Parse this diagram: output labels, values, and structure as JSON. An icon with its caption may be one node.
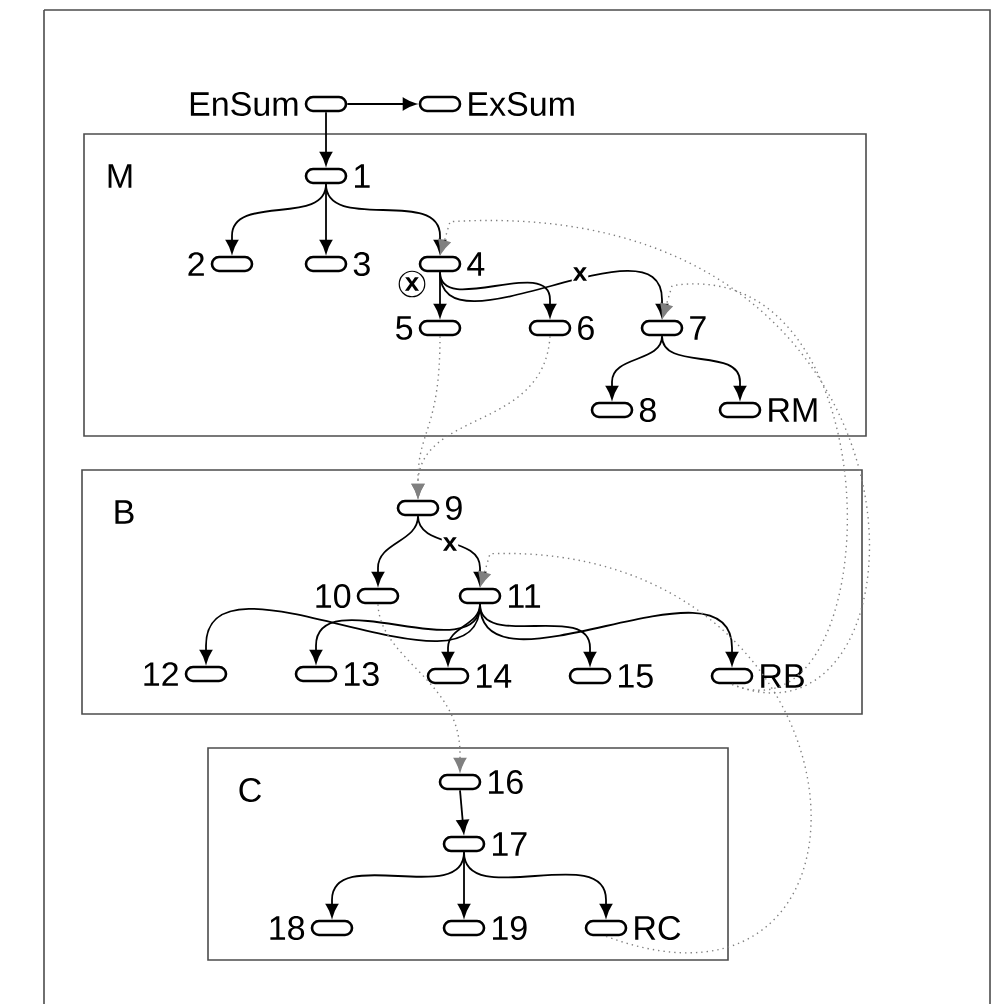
{
  "diagram": {
    "nodes": [
      {
        "text": [],
        "shape": "box",
        "beside": [
          "EnSum"
        ]
      },
      {
        "text": [],
        "shape": "box",
        "beside": [
          "ExSum"
        ]
      },
      {
        "text": [
          "M"
        ]
      },
      {
        "text": [],
        "shape": "box",
        "beside": [
          "1"
        ],
        "in": 2
      },
      {
        "text": [],
        "shape": "box",
        "beside": [
          "2"
        ],
        "in": 2
      },
      {
        "text": [],
        "shape": "box",
        "beside": [
          "3"
        ],
        "in": 2
      },
      {
        "text": [],
        "shape": "box",
        "beside": [
          "4"
        ],
        "in": 2
      },
      {
        "text": [],
        "shape": "box",
        "beside": [
          "5"
        ],
        "in": 2
      },
      {
        "text": [],
        "shape": "box",
        "beside": [
          "6"
        ],
        "in": 2
      },
      {
        "text": [],
        "shape": "box",
        "beside": [
          "7"
        ],
        "in": 2
      },
      {
        "text": [],
        "shape": "box",
        "beside": [
          "8"
        ],
        "in": 2
      },
      {
        "text": [],
        "shape": "box",
        "beside": [
          "RM"
        ],
        "in": 2
      },
      {
        "text": [
          "B"
        ]
      },
      {
        "text": [],
        "shape": "box",
        "beside": [
          "9"
        ],
        "in": 12
      },
      {
        "text": [],
        "shape": "box",
        "beside": [
          "10"
        ],
        "in": 12
      },
      {
        "text": [],
        "shape": "box",
        "beside": [
          "11"
        ],
        "in": 12
      },
      {
        "text": [],
        "shape": "box",
        "beside": [
          "12"
        ],
        "in": 12
      },
      {
        "text": [],
        "shape": "box",
        "beside": [
          "13"
        ],
        "in": 12
      },
      {
        "text": [],
        "shape": "box",
        "beside": [
          "14"
        ],
        "in": 12
      },
      {
        "text": [],
        "shape": "box",
        "beside": [
          "15"
        ],
        "in": 12
      },
      {
        "text": [],
        "shape": "box",
        "beside": [
          "RB"
        ],
        "in": 12
      },
      {
        "text": [
          "C"
        ]
      },
      {
        "text": [],
        "shape": "box",
        "beside": [
          "16"
        ],
        "in": 21
      },
      {
        "text": [],
        "shape": "box",
        "beside": [
          "17"
        ],
        "in": 21
      },
      {
        "text": [],
        "shape": "box",
        "beside": [
          "18"
        ],
        "in": 21
      },
      {
        "text": [],
        "shape": "box",
        "beside": [
          "19"
        ],
        "in": 21
      },
      {
        "text": [],
        "shape": "box",
        "beside": [
          "RC"
        ],
        "in": 21
      }
    ],
    "edges": [
      {
        "from": 0,
        "to": 1,
        "arrow": "to"
      },
      {
        "from": 0,
        "to": 3,
        "arrow": "to"
      },
      {
        "from": 3,
        "to": 4,
        "arrow": "to"
      },
      {
        "from": 3,
        "to": 5,
        "arrow": "to"
      },
      {
        "from": 3,
        "to": 6,
        "arrow": "to"
      },
      {
        "from": 6,
        "to": 7,
        "arrow": "to",
        "label": "x"
      },
      {
        "from": 6,
        "to": 8,
        "arrow": "to"
      },
      {
        "from": 6,
        "to": 9,
        "arrow": "to",
        "label": "x"
      },
      {
        "from": 9,
        "to": 10,
        "arrow": "to"
      },
      {
        "from": 9,
        "to": 11,
        "arrow": "to"
      },
      {
        "from": 13,
        "to": 14,
        "arrow": "to"
      },
      {
        "from": 13,
        "to": 15,
        "arrow": "to",
        "label": "x"
      },
      {
        "from": 15,
        "to": 16,
        "arrow": "to"
      },
      {
        "from": 15,
        "to": 17,
        "arrow": "to"
      },
      {
        "from": 15,
        "to": 18,
        "arrow": "to"
      },
      {
        "from": 15,
        "to": 19,
        "arrow": "to"
      },
      {
        "from": 15,
        "to": 20,
        "arrow": "to"
      },
      {
        "from": 22,
        "to": 23,
        "arrow": "to"
      },
      {
        "from": 23,
        "to": 24,
        "arrow": "to"
      },
      {
        "from": 23,
        "to": 25,
        "arrow": "to"
      },
      {
        "from": 23,
        "to": 26,
        "arrow": "to"
      },
      {
        "from": 7,
        "to": 13,
        "arrow": "to",
        "style": "dashed",
        "color": "#808080"
      },
      {
        "from": 8,
        "to": 13,
        "arrow": "to",
        "style": "dashed",
        "color": "#808080"
      },
      {
        "from": 14,
        "to": 22,
        "arrow": "to",
        "style": "dashed",
        "color": "#808080"
      },
      {
        "from": 20,
        "to": 6,
        "arrow": "to",
        "style": "dashed",
        "color": "#808080"
      },
      {
        "from": 20,
        "to": 9,
        "arrow": "to",
        "style": "dashed",
        "color": "#808080"
      },
      {
        "from": 26,
        "to": 15,
        "arrow": "to",
        "style": "dashed",
        "color": "#808080"
      }
    ]
  }
}
